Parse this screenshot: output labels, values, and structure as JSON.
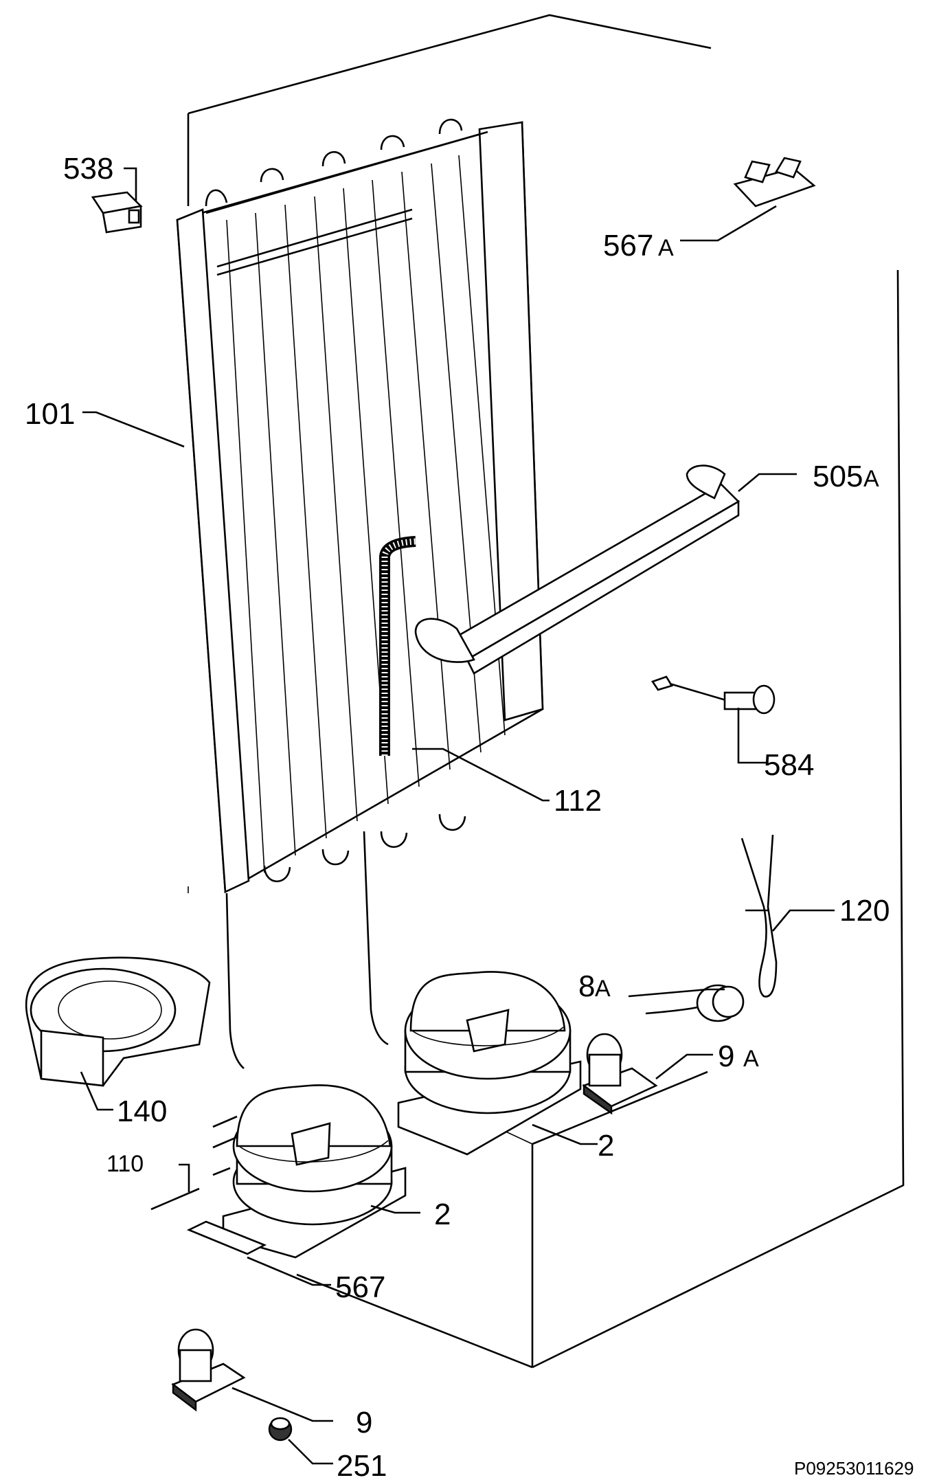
{
  "diagram": {
    "labels": {
      "p538": "538",
      "p567a": "567",
      "p567a_suffix": "A",
      "p101": "101",
      "p505a": "505",
      "p505a_suffix": "A",
      "p584": "584",
      "p112": "112",
      "p120": "120",
      "p8a": "8",
      "p8a_suffix": "A",
      "p9a": "9",
      "p9a_suffix": "A",
      "p140": "140",
      "p2_upper": "2",
      "p110": "110",
      "p2_lower": "2",
      "p567": "567",
      "p9": "9",
      "p251": "251"
    },
    "reference_code": "P09253011629"
  }
}
